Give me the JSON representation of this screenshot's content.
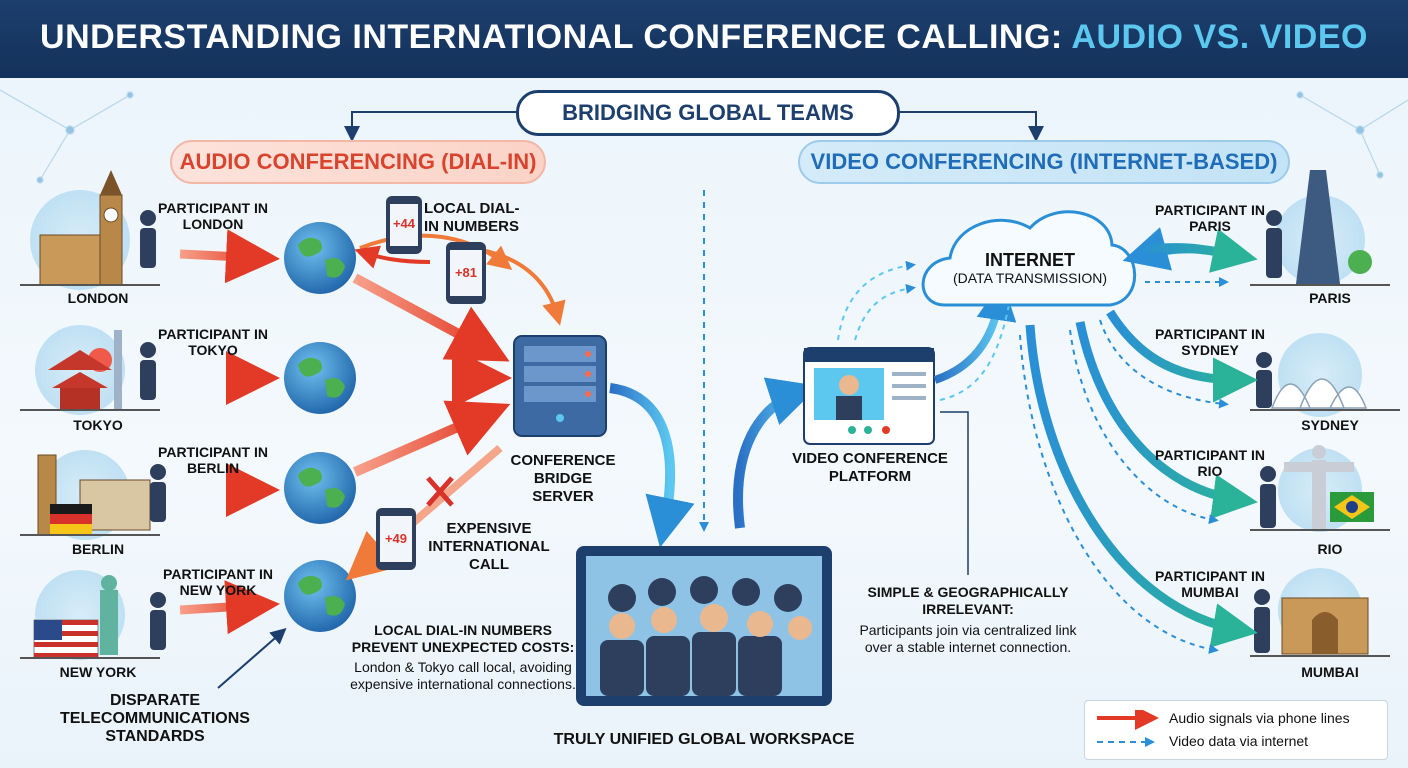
{
  "header": {
    "title_main": "UNDERSTANDING INTERNATIONAL CONFERENCE CALLING: ",
    "title_highlight": "AUDIO VS. VIDEO"
  },
  "top_pill": "BRIDGING GLOBAL TEAMS",
  "audio": {
    "heading": "AUDIO CONFERENCING (DIAL-IN)",
    "cities": [
      {
        "name": "LONDON",
        "participant": "PARTICIPANT IN LONDON"
      },
      {
        "name": "TOKYO",
        "participant": "PARTICIPANT IN TOKYO"
      },
      {
        "name": "BERLIN",
        "participant": "PARTICIPANT IN BERLIN"
      },
      {
        "name": "NEW YORK",
        "participant": "PARTICIPANT IN NEW YORK"
      }
    ],
    "local_numbers_label": "LOCAL DIAL-IN NUMBERS",
    "phone_codes": [
      "+44",
      "+81",
      "+49"
    ],
    "server_label": "CONFERENCE BRIDGE SERVER",
    "expensive_label": "EXPENSIVE INTERNATIONAL CALL",
    "standards_label": "DISPARATE TELECOMMUNICATIONS STANDARDS",
    "note_title": "LOCAL DIAL-IN NUMBERS PREVENT UNEXPECTED COSTS:",
    "note_body": "London & Tokyo call local, avoiding expensive international connections."
  },
  "video": {
    "heading": "VIDEO CONFERENCING (INTERNET-BASED)",
    "internet_title": "INTERNET",
    "internet_sub": "(DATA TRANSMISSION)",
    "platform_label": "VIDEO CONFERENCE PLATFORM",
    "cities": [
      {
        "name": "PARIS",
        "participant": "PARTICIPANT IN PARIS"
      },
      {
        "name": "SYDNEY",
        "participant": "PARTICIPANT IN SYDNEY"
      },
      {
        "name": "RIO",
        "participant": "PARTICIPANT IN RIO"
      },
      {
        "name": "MUMBAI",
        "participant": "PARTICIPANT IN MUMBAI"
      }
    ],
    "note_title": "SIMPLE & GEOGRAPHICALLY IRRELEVANT:",
    "note_body": "Participants join via centralized link over a stable internet connection."
  },
  "workspace_label": "TRULY UNIFIED GLOBAL WORKSPACE",
  "legend": {
    "audio": "Audio signals via phone lines",
    "video": "Video data via internet"
  },
  "colors": {
    "banner": "#1d3f6e",
    "highlight": "#5cc8f0",
    "audio_red": "#e8452f",
    "video_blue": "#2a8fd6",
    "video_teal": "#2bb39a",
    "globe_blue": "#2f86c9",
    "globe_green": "#4caf50"
  }
}
